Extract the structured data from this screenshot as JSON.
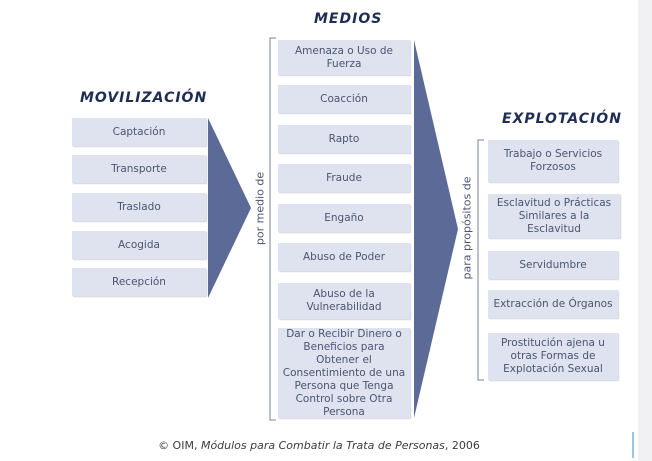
{
  "columns": {
    "movilizacion": {
      "title": "MOVILIZACIÓN",
      "items": [
        "Captación",
        "Transporte",
        "Traslado",
        "Acogida",
        "Recepción"
      ]
    },
    "medios": {
      "title": "MEDIOS",
      "items": [
        "Amenaza o Uso de Fuerza",
        "Coacción",
        "Rapto",
        "Fraude",
        "Engaño",
        "Abuso de Poder",
        "Abuso de la Vulnerabilidad",
        "Dar o Recibir Dinero o Beneficios para Obtener el Consentimiento de una Persona que Tenga Control sobre Otra Persona"
      ]
    },
    "explotacion": {
      "title": "EXPLOTACIÓN",
      "items": [
        "Trabajo o Servicios Forzosos",
        "Esclavitud o Prácticas Similares a la Esclavitud",
        "Servidumbre",
        "Extracción de Órganos",
        "Prostitución ajena u otras Formas de Explotación Sexual"
      ]
    }
  },
  "connectors": {
    "left": "por medio de",
    "right": "para propósitos de"
  },
  "caption": {
    "prefix": "© OIM, ",
    "title": "Módulos para Combatir la Trata de Personas",
    "suffix": ", 2006"
  },
  "colors": {
    "box_fill": "#dfe3ef",
    "arrow": "#5b6a96",
    "heading": "#1f2d55",
    "text": "#4a5571"
  }
}
